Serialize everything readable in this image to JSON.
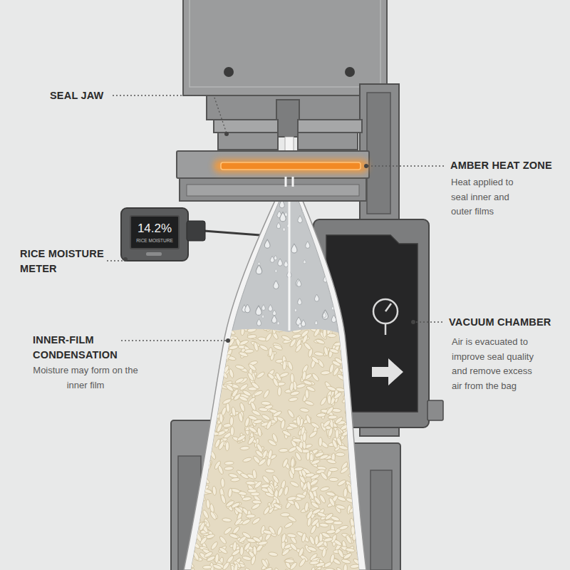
{
  "diagram": {
    "nodes": [
      {
        "text": [
          "14.2%",
          "RICE MOISTURE"
        ]
      }
    ],
    "labels": [
      "SEAL JAW",
      "AMBER HEAT ZONE",
      "Heat applied to seal inner and outer films",
      "RICE MOISTURE METER",
      "INNER-FILM CONDENSATION",
      "Moisture may form on the inner film",
      "VACUUM CHAMBER",
      "Air is evacuated to improve seal quality and remove excess air from the bag"
    ]
  }
}
